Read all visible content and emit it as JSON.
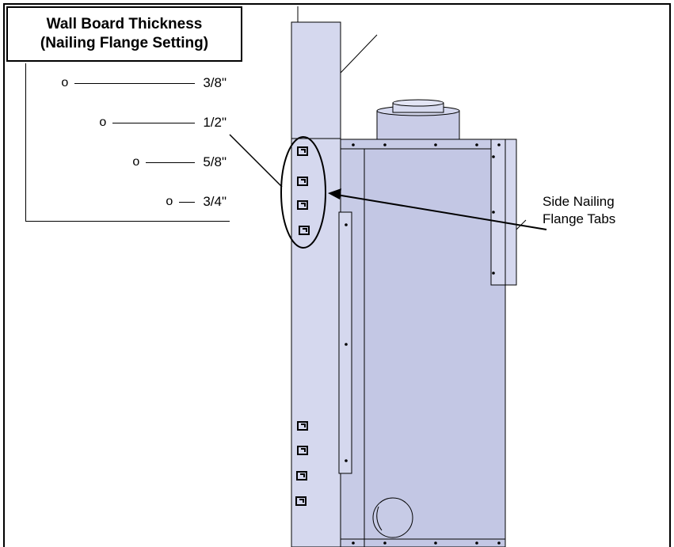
{
  "title": {
    "line1": "Wall Board Thickness",
    "line2": "(Nailing Flange Setting)"
  },
  "legend": [
    {
      "label": "3/8\"",
      "marker": "o"
    },
    {
      "label": "1/2\"",
      "marker": "o"
    },
    {
      "label": "5/8\"",
      "marker": "o"
    },
    {
      "label": "3/4\"",
      "marker": "o"
    }
  ],
  "callout": {
    "line1": "Side Nailing",
    "line2": "Flange Tabs"
  },
  "colors": {
    "panel_fill": "#d5d8ee",
    "panel_shade": "#c7cbe6",
    "outline": "#000000"
  }
}
